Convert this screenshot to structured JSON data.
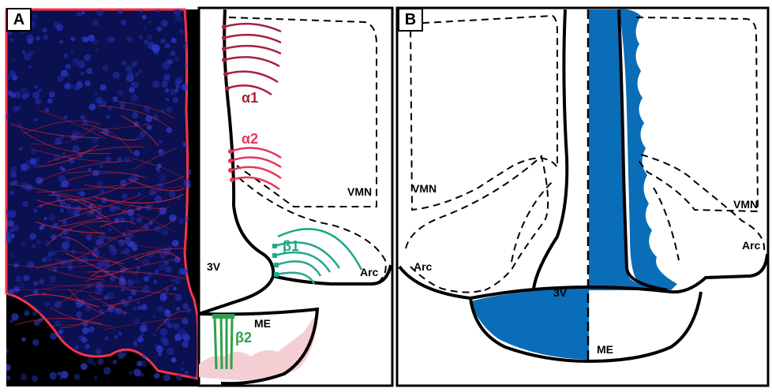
{
  "panel_a": {
    "label": "A",
    "regions": {
      "third_ventricle": "3V",
      "median_eminence": "ME",
      "arcuate": "Arc",
      "ventromedial": "VMN"
    },
    "tanycyte_types": {
      "alpha1": "α1",
      "alpha2": "α2",
      "beta1": "β1",
      "beta2": "β2"
    }
  },
  "panel_b": {
    "label": "B",
    "regions": {
      "third_ventricle": "3V",
      "median_eminence": "ME",
      "arc_left": "Arc",
      "arc_right": "Arc",
      "vmn_left": "VMN",
      "vmn_right": "VMN"
    }
  },
  "colors": {
    "alpha1": "#a81f3c",
    "alpha2": "#e8365a",
    "beta1": "#1fa88a",
    "beta2": "#2ea04a",
    "fill_blue": "#0a6db8",
    "me_pink": "#f3cfd4",
    "micro_red": "#e0262e",
    "micro_blue": "#1e2a9a"
  }
}
